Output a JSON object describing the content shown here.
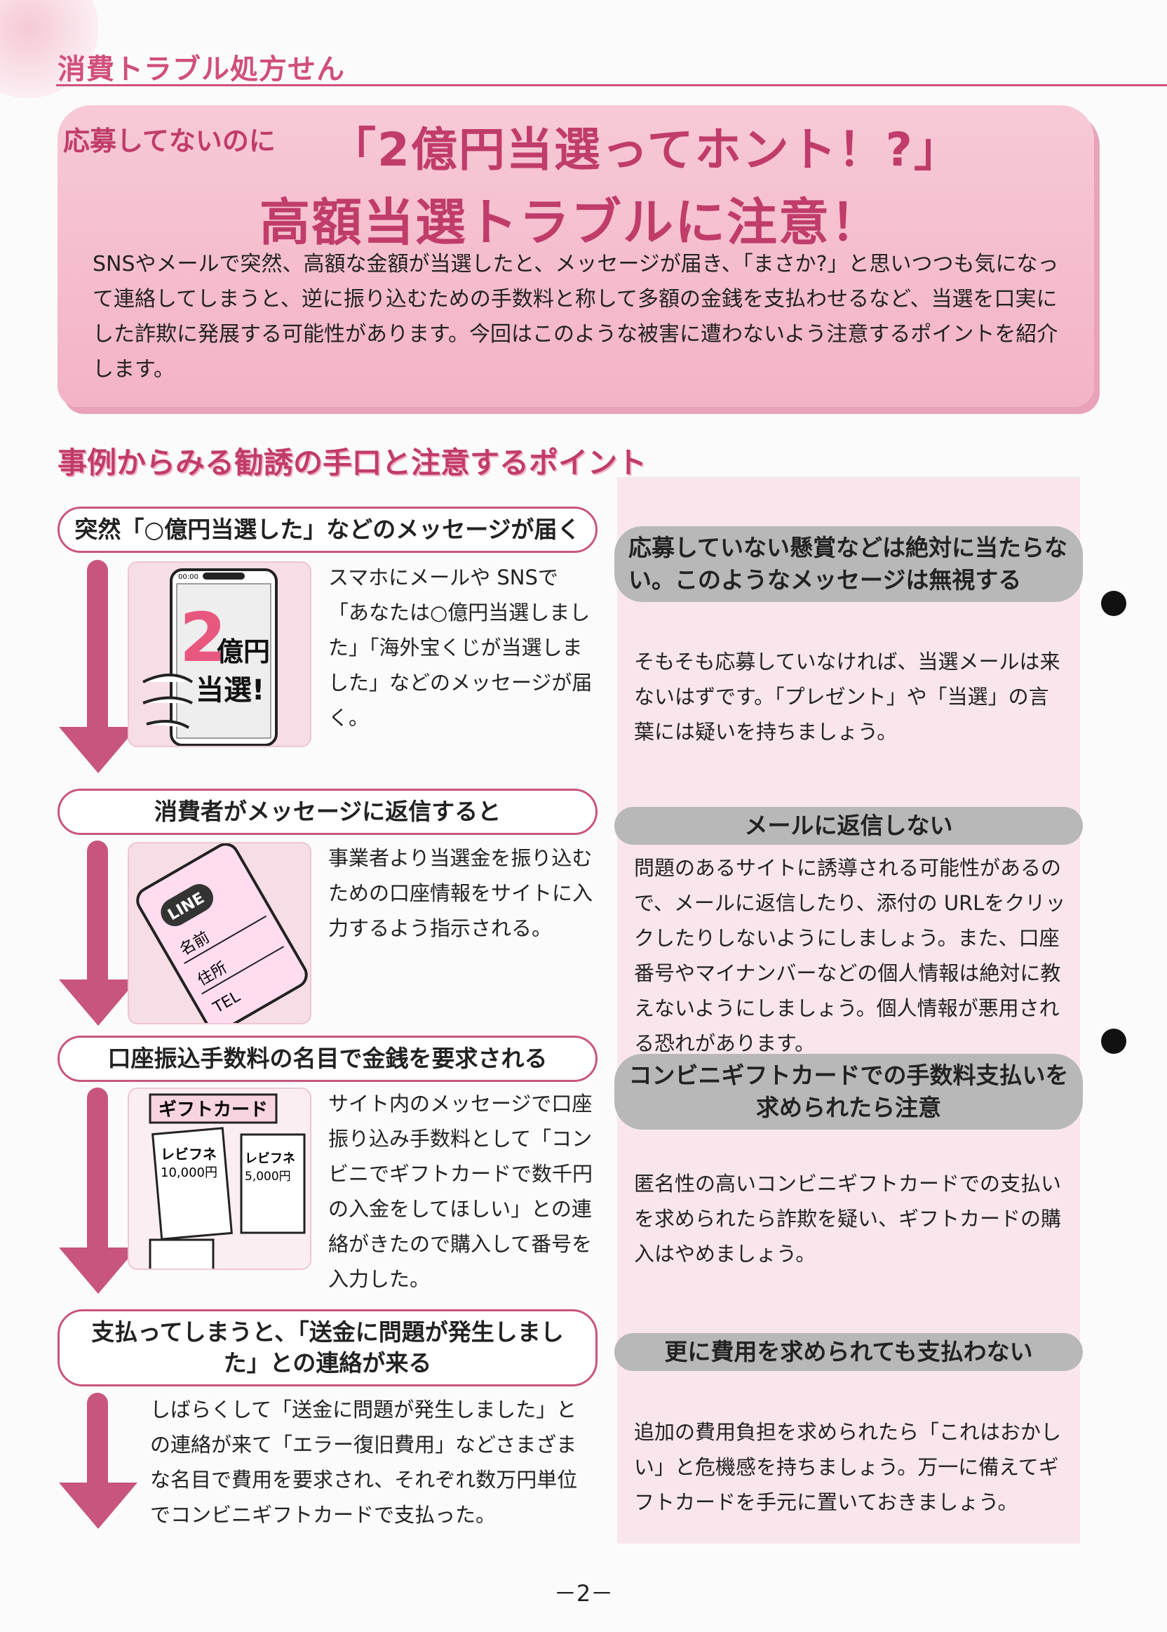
{
  "header": {
    "title": "消費トラブル処方せん"
  },
  "title": {
    "prefix": "応募してないのに",
    "main": "「2億円当選ってホント！?」",
    "sub": "高額当選トラブルに注意！"
  },
  "intro": "SNSやメールで突然、高額な金額が当選したと、メッセージが届き、「まさか?」と思いつつも気になって連絡してしまうと、逆に振り込むための手数料と称して多額の金銭を支払わせるなど、当選を口実にした詐欺に発展する可能性があります。今回はこのような被害に遭わないよう注意するポイントを紹介します。",
  "section_title": "事例からみる勧誘の手口と注意するポイント",
  "steps": [
    {
      "heading": "突然「○億円当選した」などのメッセージが届く",
      "text": "スマホにメールや SNSで「あなたは○億円当選しました」「海外宝くじが当選しました」などのメッセージが届く。",
      "illus": {
        "big": "2",
        "l1": "億円",
        "l2": "当選!",
        "status": "00:00"
      }
    },
    {
      "heading": "消費者がメッセージに返信すると",
      "text": "事業者より当選金を振り込むための口座情報をサイトに入力するよう指示される。",
      "illus": {
        "app": "LINE",
        "f1": "名前",
        "f2": "住所",
        "f3": "TEL"
      }
    },
    {
      "heading": "口座振込手数料の名目で金銭を要求される",
      "text": "サイト内のメッセージで口座振り込み手数料として「コンビニでギフトカードで数千円の入金をしてほしい」との連絡がきたので購入して番号を入力した。",
      "illus": {
        "label": "ギフトカード",
        "brand": "レビフネ",
        "v1": "10,000円",
        "v2": "5,000円"
      }
    },
    {
      "heading": "支払ってしまうと、「送金に問題が発生しました」との連絡が来る",
      "text": "しばらくして「送金に問題が発生しました」との連絡が来て「エラー復旧費用」などさまざまな名目で費用を要求され、それぞれ数万円単位でコンビニギフトカードで支払った。"
    }
  ],
  "advice": [
    {
      "heading": "応募していない懸賞などは絶対に当たらない。このようなメッセージは無視する",
      "text": "そもそも応募していなければ、当選メールは来ないはずです。「プレゼント」や「当選」の言葉には疑いを持ちましょう。"
    },
    {
      "heading": "メールに返信しない",
      "text": "問題のあるサイトに誘導される可能性があるので、メールに返信したり、添付の URLをクリックしたりしないようにしましょう。また、口座番号やマイナンバーなどの個人情報は絶対に教えないようにしましょう。個人情報が悪用される恐れがあります。"
    },
    {
      "heading": "コンビニギフトカードでの手数料支払いを求められたら注意",
      "text": "匿名性の高いコンビニギフトカードでの支払いを求められたら詐欺を疑い、ギフトカードの購入はやめましょう。"
    },
    {
      "heading": "更に費用を求められても支払わない",
      "text": "追加の費用負担を求められたら「これはおかしい」と危機感を持ちましょう。万一に備えてギフトカードを手元に置いておきましょう。"
    }
  ],
  "page_number": "－2－",
  "colors": {
    "accent": "#c8557e",
    "title_bg": "#f3b3c6",
    "advice_pill": "#b8b8b8"
  }
}
